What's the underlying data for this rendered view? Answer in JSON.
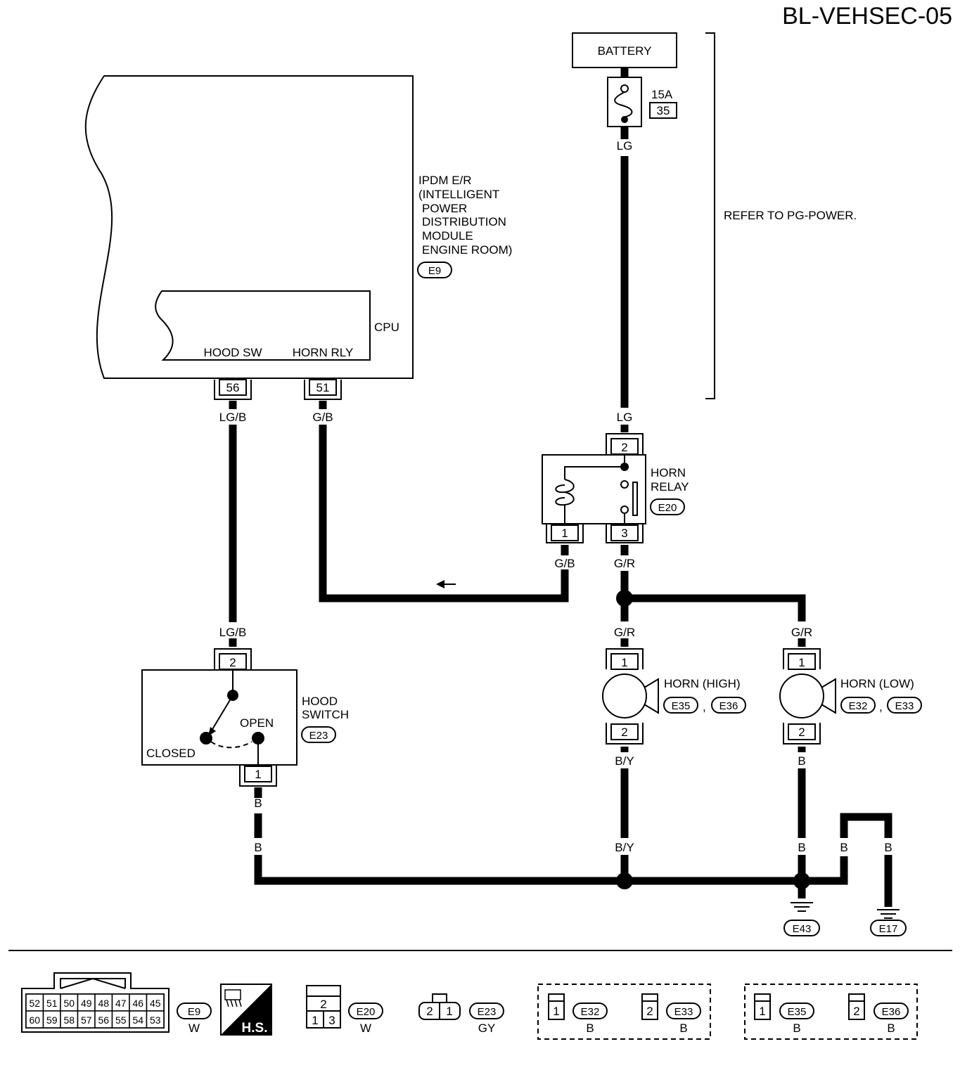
{
  "diagram_id": "BL-VEHSEC-05",
  "battery": {
    "label": "BATTERY",
    "fuse_rating": "15A",
    "fuse_no": "35"
  },
  "refer": "REFER TO PG-POWER.",
  "ipdm": {
    "lines": [
      "IPDM E/R",
      "(INTELLIGENT",
      "POWER",
      "DISTRIBUTION",
      "MODULE",
      "ENGINE ROOM)"
    ],
    "connector": "E9",
    "cpu_label": "CPU",
    "hood_sw_label": "HOOD SW",
    "horn_rly_label": "HORN RLY",
    "pin_hood": "56",
    "pin_horn": "51"
  },
  "horn_relay": {
    "lines": [
      "HORN",
      "RELAY"
    ],
    "connector": "E20",
    "pin_top": "2",
    "pin_left": "1",
    "pin_right": "3"
  },
  "hood_switch": {
    "lines": [
      "HOOD",
      "SWITCH"
    ],
    "connector": "E23",
    "open_label": "OPEN",
    "closed_label": "CLOSED",
    "pin_top": "2",
    "pin_bottom": "1"
  },
  "horn_high": {
    "label": "HORN (HIGH)",
    "conn_a": "E35",
    "conn_b": "E36",
    "sep": ",",
    "pin_top": "1",
    "pin_bottom": "2"
  },
  "horn_low": {
    "label": "HORN (LOW)",
    "conn_a": "E32",
    "conn_b": "E33",
    "sep": ",",
    "pin_top": "1",
    "pin_bottom": "2"
  },
  "wires": {
    "lg_fuse": "LG",
    "lg_relay": "LG",
    "lgb_top": "LG/B",
    "lgb_bottom": "LG/B",
    "gb_top": "G/B",
    "gb_relay": "G/B",
    "gr_relay": "G/R",
    "gr_high": "G/R",
    "gr_low": "G/R",
    "by_top": "B/Y",
    "by_bottom": "B/Y",
    "b_low": "B",
    "b_low2": "B",
    "b_sw1": "B",
    "b_sw2": "B",
    "b_e43": "B",
    "b_e17": "B"
  },
  "grounds": {
    "g1": "E43",
    "g2": "E17"
  },
  "legend": {
    "e9_top_pins": [
      "52",
      "51",
      "50",
      "49",
      "48",
      "47",
      "46",
      "45"
    ],
    "e9_bottom_pins": [
      "60",
      "59",
      "58",
      "57",
      "56",
      "55",
      "54",
      "53"
    ],
    "e9": "E9",
    "e9_color": "W",
    "hs": "H.S.",
    "e20": "E20",
    "e20_color": "W",
    "e20_pins": [
      "2",
      "1",
      "3"
    ],
    "e23": "E23",
    "e23_color": "GY",
    "e23_pins": [
      "2",
      "1"
    ],
    "e32": "E32",
    "e32_pin": "1",
    "e32_color": "B",
    "e33": "E33",
    "e33_pin": "2",
    "e33_color": "B",
    "e35": "E35",
    "e35_pin": "1",
    "e35_color": "B",
    "e36": "E36",
    "e36_pin": "2",
    "e36_color": "B"
  }
}
